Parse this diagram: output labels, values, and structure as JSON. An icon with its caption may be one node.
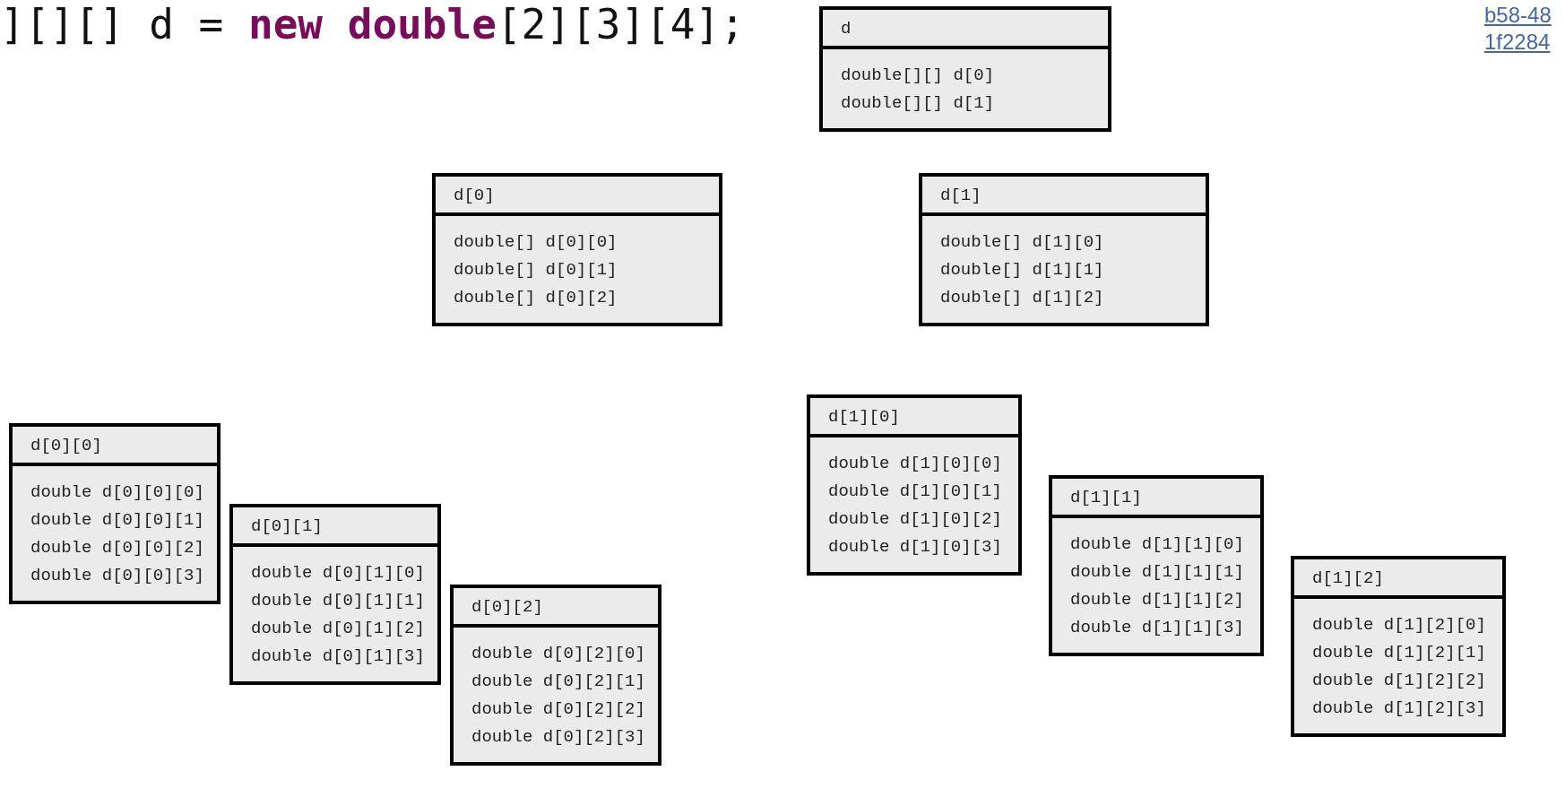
{
  "diagram": {
    "nodes": [
      {
        "text": [
          "d",
          "double[][] d[0]",
          "double[][] d[1]"
        ]
      },
      {
        "text": [
          "d[0]",
          "double[] d[0][0]",
          "double[] d[0][1]",
          "double[] d[0][2]"
        ]
      },
      {
        "text": [
          "d[1]",
          "double[] d[1][0]",
          "double[] d[1][1]",
          "double[] d[1][2]"
        ]
      },
      {
        "text": [
          "d[0][0]",
          "double d[0][0][0]",
          "double d[0][0][1]",
          "double d[0][0][2]",
          "double d[0][0][3]"
        ]
      },
      {
        "text": [
          "d[0][1]",
          "double d[0][1][0]",
          "double d[0][1][1]",
          "double d[0][1][2]",
          "double d[0][1][3]"
        ]
      },
      {
        "text": [
          "d[0][2]",
          "double d[0][2][0]",
          "double d[0][2][1]",
          "double d[0][2][2]",
          "double d[0][2][3]"
        ]
      },
      {
        "text": [
          "d[1][0]",
          "double d[1][0][0]",
          "double d[1][0][1]",
          "double d[1][0][2]",
          "double d[1][0][3]"
        ]
      },
      {
        "text": [
          "d[1][1]",
          "double d[1][1][0]",
          "double d[1][1][1]",
          "double d[1][1][2]",
          "double d[1][1][3]"
        ]
      },
      {
        "text": [
          "d[1][2]",
          "double d[1][2][0]",
          "double d[1][2][1]",
          "double d[1][2][2]",
          "double d[1][2][3]"
        ]
      }
    ],
    "labels": [
      "][][] d = **new double**[2][3][4];",
      "b58-48 1f2284"
    ]
  }
}
